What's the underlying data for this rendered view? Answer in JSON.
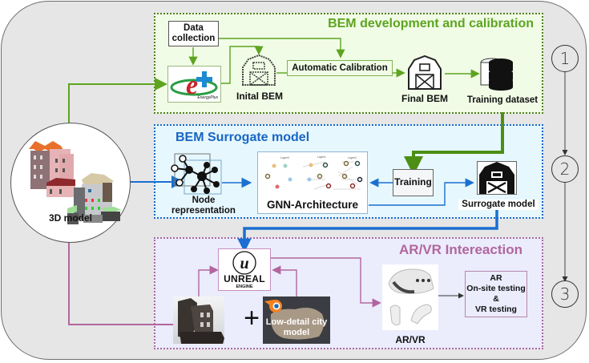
{
  "sections": {
    "bem_development": {
      "title": "BEM development and calibration",
      "color": "#5da420"
    },
    "surrogate": {
      "title": "BEM Surrogate model",
      "color": "#1766c3"
    },
    "ar_vr": {
      "title": "AR/VR Intereaction",
      "color": "#b1669e"
    }
  },
  "nodes": {
    "model_3d": "3D model",
    "data_collection": "Data collection",
    "energyplus_logo": "EnergyPlus",
    "initial_bem": "Inital BEM",
    "automatic_calibration": "Automatic Calibration",
    "final_bem": "Final BEM",
    "training_dataset": "Training dataset",
    "node_representation": "Node representation",
    "gnn_architecture": "GNN-Architecture",
    "gnn_layers": [
      "Layer0",
      "Layer1",
      "Layer2"
    ],
    "training": "Training",
    "surrogate_model": "Surrogate model",
    "unreal_line1": "UNREAL",
    "unreal_line2": "ENGINE",
    "plus_sign": "+",
    "low_detail_city": "Low-detail city model",
    "ar_vr_device": "AR/VR",
    "testing_line1": "AR",
    "testing_line2": "On-site testing",
    "testing_line3": "&",
    "testing_line4": "VR testing"
  },
  "steps": [
    "1",
    "2",
    "3"
  ]
}
